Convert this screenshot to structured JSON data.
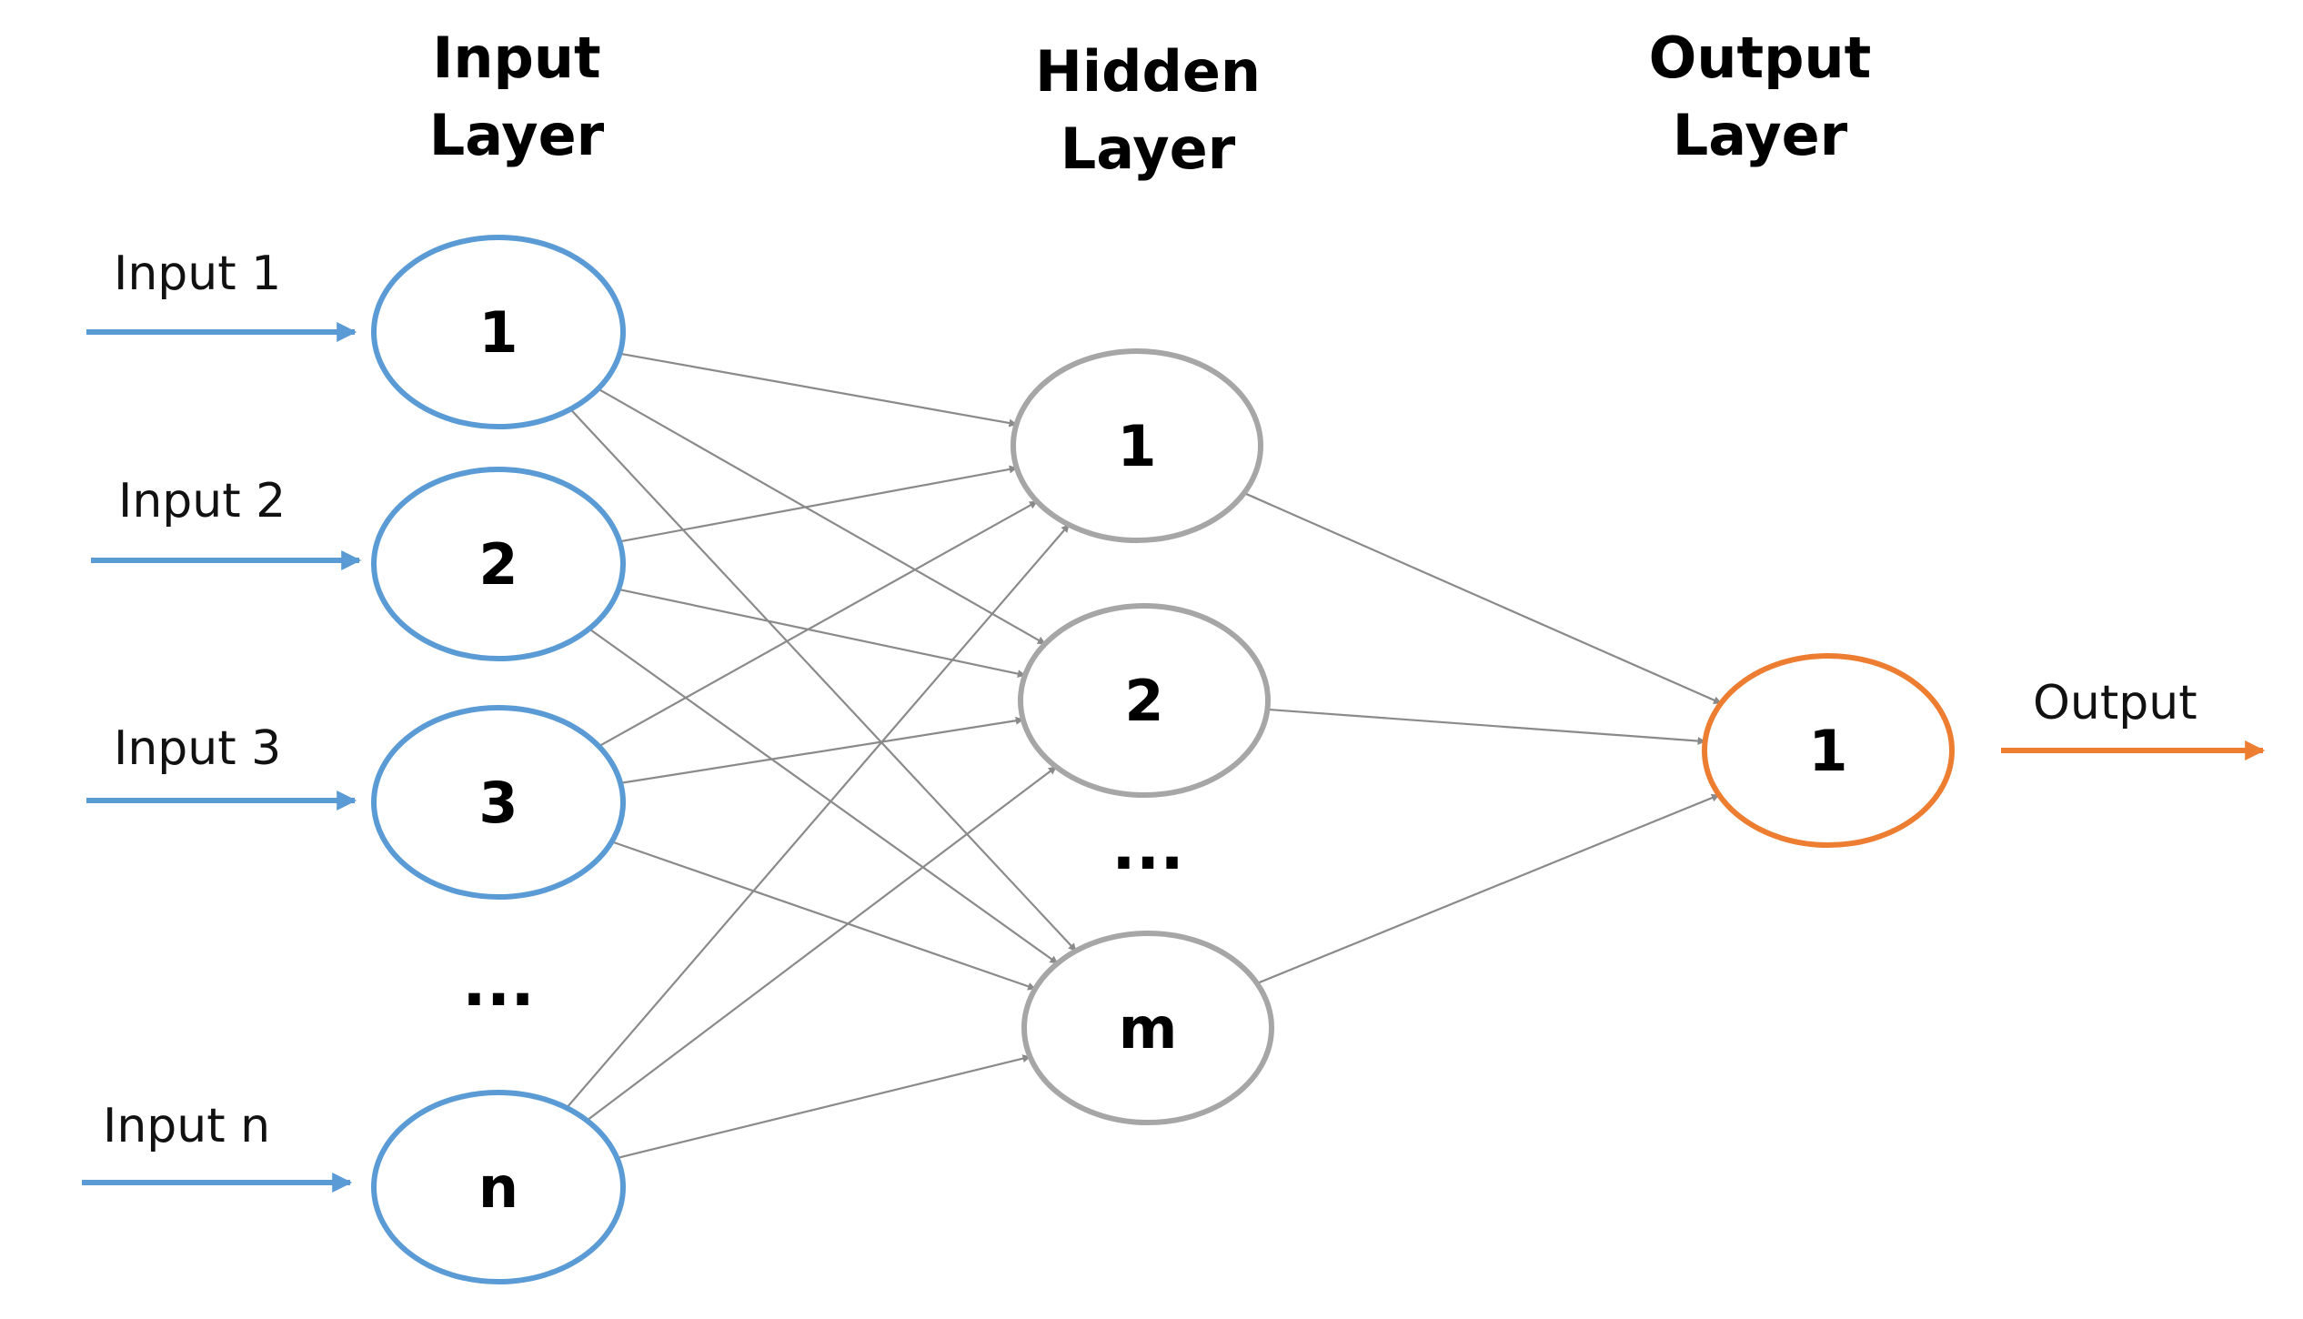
{
  "colors": {
    "input_layer": "#5b9bd5",
    "hidden_layer": "#a6a6a6",
    "output_layer": "#ed7d31",
    "edge": "#8a8a8a"
  },
  "layers": {
    "input": {
      "title_line1": "Input",
      "title_line2": "Layer"
    },
    "hidden": {
      "title_line1": "Hidden",
      "title_line2": "Layer"
    },
    "output": {
      "title_line1": "Output",
      "title_line2": "Layer"
    }
  },
  "input_nodes": [
    "1",
    "2",
    "3",
    "n"
  ],
  "hidden_nodes": [
    "1",
    "2",
    "m"
  ],
  "output_nodes": [
    "1"
  ],
  "input_labels": [
    "Input 1",
    "Input 2",
    "Input 3",
    "Input n"
  ],
  "output_label": "Output",
  "ellipsis": "..."
}
